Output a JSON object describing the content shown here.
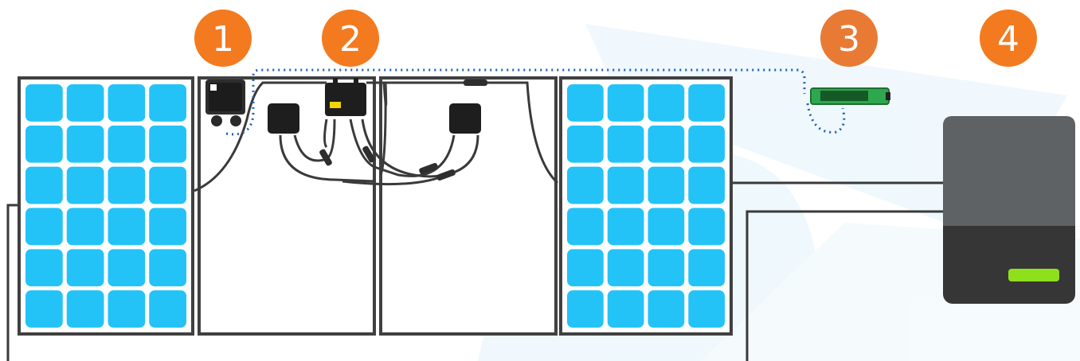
{
  "steps": [
    {
      "label": "1",
      "color": "#f47a1f"
    },
    {
      "label": "2",
      "color": "#f47a1f"
    },
    {
      "label": "3",
      "color": "#e97a34"
    },
    {
      "label": "4",
      "color": "#f47a1f"
    }
  ],
  "colors": {
    "cell": "#23c3f7",
    "frame": "#404040",
    "cable": "#3a3a3a",
    "comm_link": "#1f5fb5",
    "inverter_top": "#5f6264",
    "inverter_bottom": "#363636",
    "inverter_led": "#8fe01c",
    "gateway": "#2ea84e",
    "watermark": "#dbeef8"
  },
  "icons": [
    "rapid-shutdown-device-icon",
    "optimizer-icon",
    "gateway-icon",
    "inverter-icon"
  ]
}
